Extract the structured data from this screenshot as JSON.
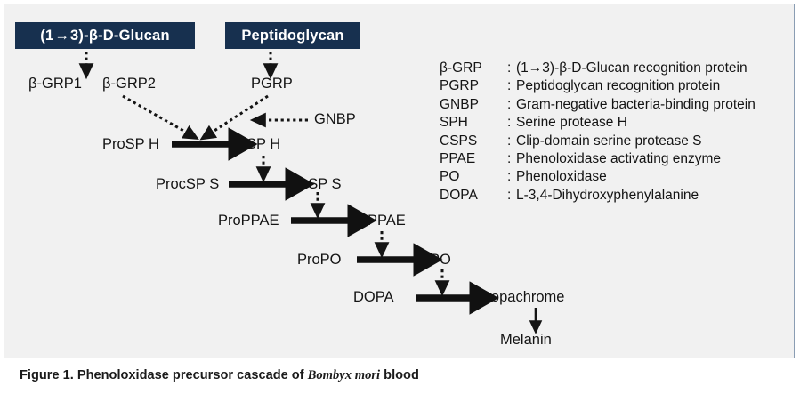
{
  "figure": {
    "caption_prefix": "Figure 1. Phenoloxidase precursor cascade of",
    "caption_species": "Bombyx mori",
    "caption_suffix": "blood",
    "panel_background": "#f1f1f1",
    "panel_border_color": "#8a9db3",
    "box_fill": "#17304f",
    "box_text_color": "#ffffff",
    "ink_color": "#141414"
  },
  "stimuli": [
    {
      "id": "glucan",
      "label_pre": "(1",
      "label_arrow": "→",
      "label_post": "3)-β-D-Glucan",
      "full": "(1→3)-β-D-Glucan"
    },
    {
      "id": "peptidoglycan",
      "full": "Peptidoglycan"
    }
  ],
  "recognition_proteins": [
    {
      "id": "bgrp1",
      "label": "β-GRP1"
    },
    {
      "id": "bgrp2",
      "label": "β-GRP2"
    },
    {
      "id": "pgrp",
      "label": "PGRP"
    },
    {
      "id": "gnbp",
      "label": "GNBP"
    }
  ],
  "cascade": [
    {
      "id": "prosph",
      "label": "ProSP H"
    },
    {
      "id": "sph",
      "label": "SP H"
    },
    {
      "id": "procsps",
      "label": "ProcSP S"
    },
    {
      "id": "csps",
      "label": "cSP S"
    },
    {
      "id": "proppae",
      "label": "ProPPAE"
    },
    {
      "id": "ppae",
      "label": "PPAE"
    },
    {
      "id": "propo",
      "label": "ProPO"
    },
    {
      "id": "po",
      "label": "PO"
    },
    {
      "id": "dopa",
      "label": "DOPA"
    },
    {
      "id": "dopachrome",
      "label": "Dopachrome"
    },
    {
      "id": "melanin",
      "label": "Melanin"
    }
  ],
  "legend": {
    "separator": ":",
    "rows": [
      {
        "abbr": "β-GRP",
        "definition": "(1→3)-β-D-Glucan recognition protein"
      },
      {
        "abbr": "PGRP",
        "definition": "Peptidoglycan recognition protein"
      },
      {
        "abbr": "GNBP",
        "definition": "Gram-negative bacteria-binding protein"
      },
      {
        "abbr": "SPH",
        "definition": "Serine protease H"
      },
      {
        "abbr": "CSPS",
        "definition": "Clip-domain serine protease S"
      },
      {
        "abbr": "PPAE",
        "definition": "Phenoloxidase activating enzyme"
      },
      {
        "abbr": "PO",
        "definition": "Phenoloxidase"
      },
      {
        "abbr": "DOPA",
        "definition": "L-3,4-Dihydroxyphenylalanine"
      }
    ]
  }
}
